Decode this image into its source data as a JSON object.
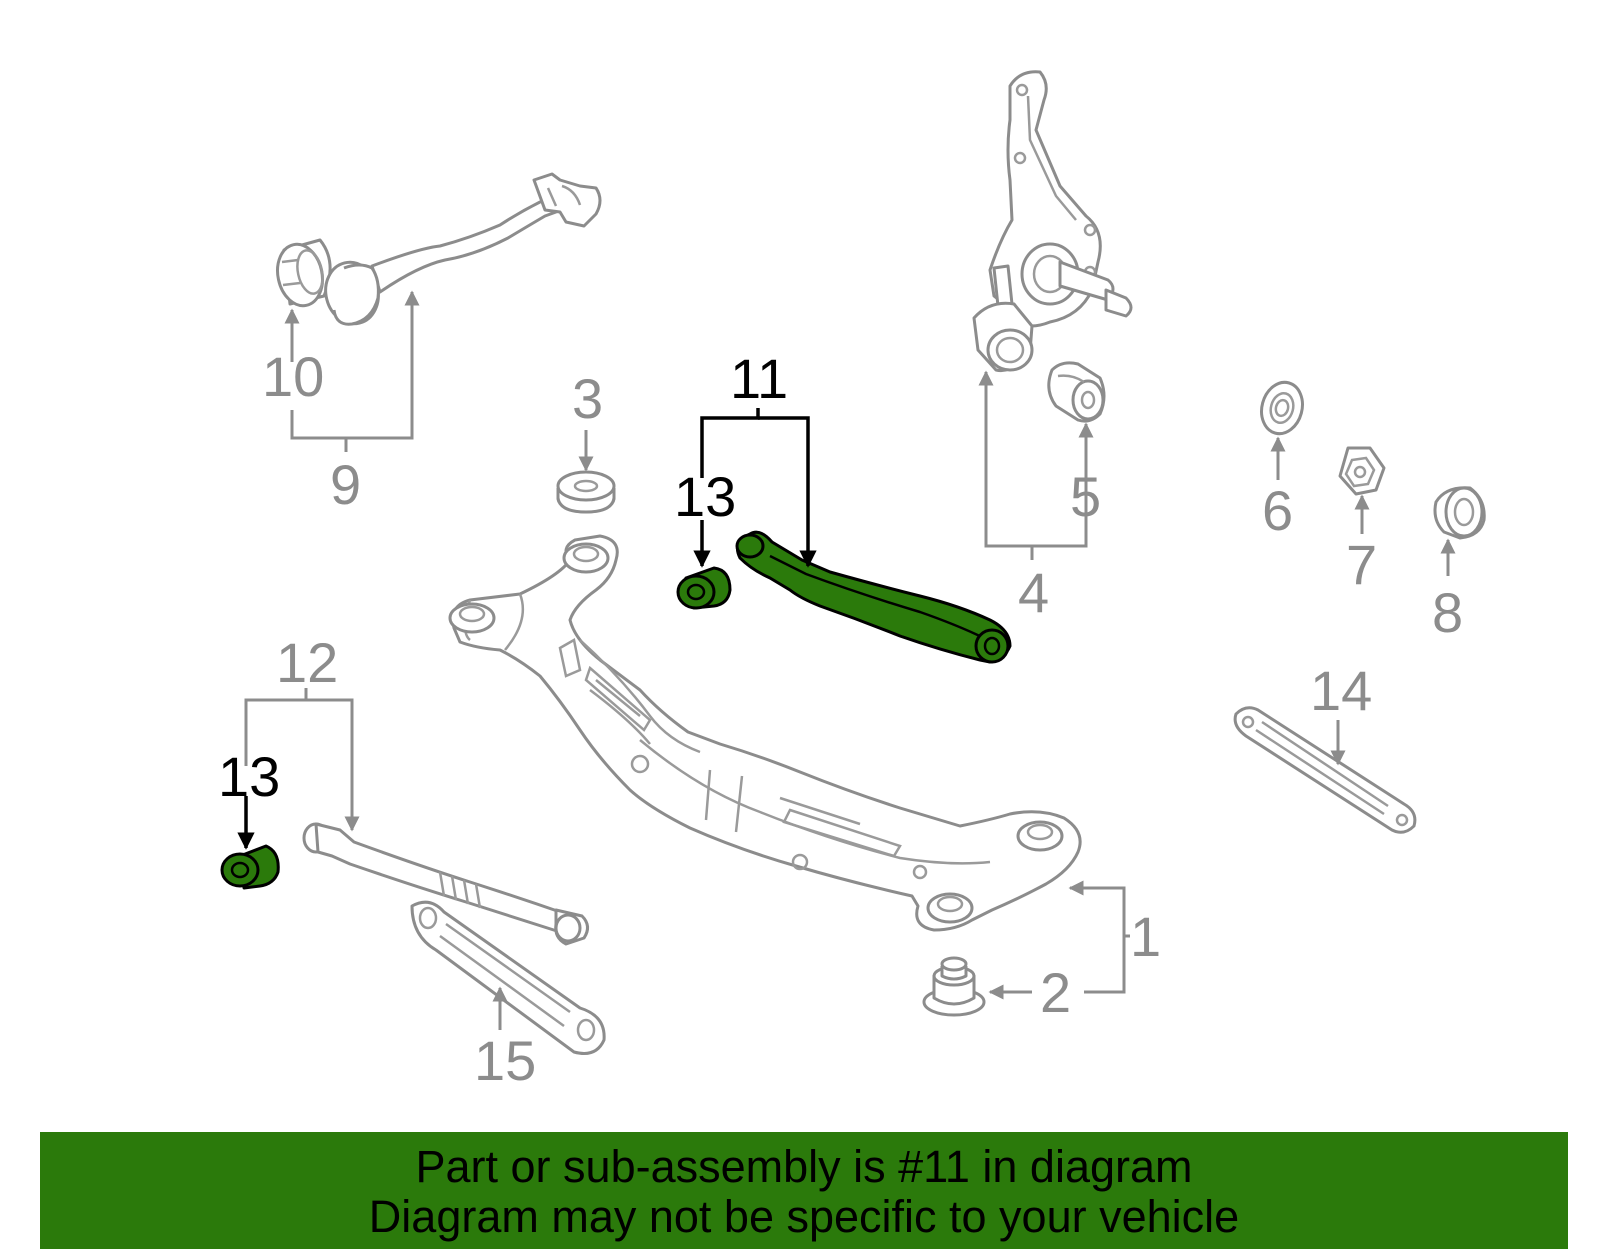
{
  "callouts": [
    {
      "id": "1",
      "text": "1",
      "highlighted": false
    },
    {
      "id": "2",
      "text": "2",
      "highlighted": false
    },
    {
      "id": "3",
      "text": "3",
      "highlighted": false
    },
    {
      "id": "4",
      "text": "4",
      "highlighted": false
    },
    {
      "id": "5",
      "text": "5",
      "highlighted": false
    },
    {
      "id": "6",
      "text": "6",
      "highlighted": false
    },
    {
      "id": "7",
      "text": "7",
      "highlighted": false
    },
    {
      "id": "8",
      "text": "8",
      "highlighted": false
    },
    {
      "id": "9",
      "text": "9",
      "highlighted": false
    },
    {
      "id": "10",
      "text": "10",
      "highlighted": false
    },
    {
      "id": "11",
      "text": "11",
      "highlighted": true
    },
    {
      "id": "12",
      "text": "12",
      "highlighted": false
    },
    {
      "id": "13a",
      "text": "13",
      "highlighted": true
    },
    {
      "id": "13b",
      "text": "13",
      "highlighted": true
    },
    {
      "id": "14",
      "text": "14",
      "highlighted": false
    },
    {
      "id": "15",
      "text": "15",
      "highlighted": false
    }
  ],
  "banner": {
    "line1": "Part or sub-assembly is #11 in diagram",
    "line2": "Diagram may not be specific to your vehicle"
  },
  "colors": {
    "highlight_fill": "#2b7a0b",
    "banner_background": "#2b7a0b",
    "part_outline": "#8c8c8c",
    "active_text": "#000000"
  }
}
